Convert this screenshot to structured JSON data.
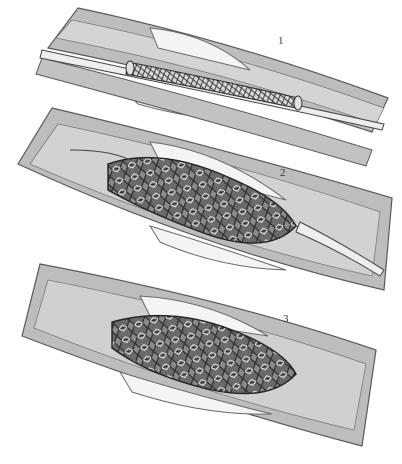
{
  "figure": {
    "panels": [
      {
        "label": "1",
        "stage": "balloon-catheter-with-crimped-stent-at-stenosis"
      },
      {
        "label": "2",
        "stage": "balloon-inflated-stent-expanded"
      },
      {
        "label": "3",
        "stage": "stent-deployed-catheter-removed"
      }
    ],
    "palette": {
      "background": "#ffffff",
      "vessel_wall": "#b9b9b9",
      "vessel_lumen": "#d6d6d6",
      "plaque": "#f3f3f3",
      "stent_strut": "#555555",
      "catheter": "#eeeeee",
      "outline": "#5a5a5a"
    }
  }
}
